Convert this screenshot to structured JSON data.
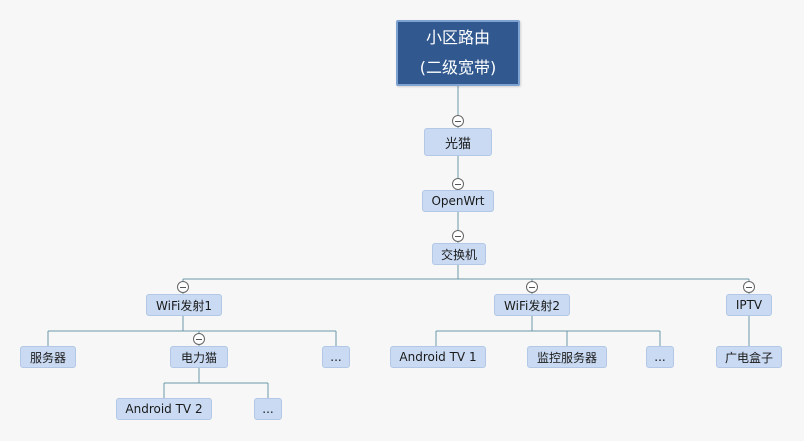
{
  "colors": {
    "root_fill": "#31598f",
    "root_border": "#7ea2d2",
    "node_fill": "#c9daf2",
    "connector": "#6b98a8"
  },
  "icons": {
    "collapse_toggle": "circle-minus-icon"
  },
  "root": {
    "line1": "小区路由",
    "line2": "(二级宽带)"
  },
  "nodes": {
    "guangmao": "光猫",
    "openwrt": "OpenWrt",
    "switch": "交换机",
    "wifi1": "WiFi发射1",
    "wifi2": "WiFi发射2",
    "iptv": "IPTV",
    "server": "服务器",
    "plc": "电力猫",
    "wifi1_more": "...",
    "android_tv_1": "Android TV 1",
    "monitor_server": "监控服务器",
    "wifi2_more": "...",
    "settop_box": "广电盒子",
    "android_tv_2": "Android TV 2",
    "plc_more": "..."
  }
}
